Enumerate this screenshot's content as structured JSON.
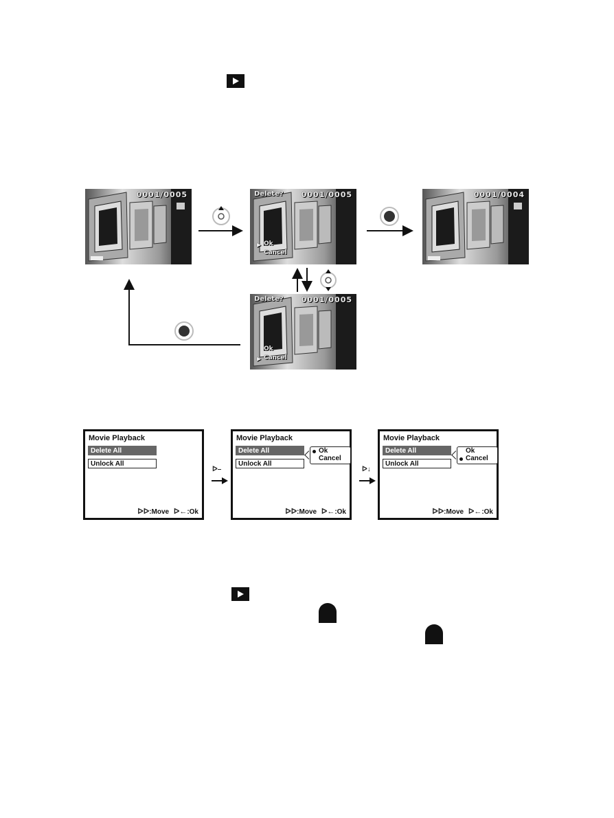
{
  "slideshow_screens": [
    {
      "counter": "0001/0005",
      "title": "",
      "ok": "",
      "cancel": ""
    },
    {
      "counter": "0001/0005",
      "title": "Delete?",
      "ok": "Ok",
      "cancel": "Cancel"
    },
    {
      "counter": "0001/0004",
      "title": "",
      "ok": "",
      "cancel": ""
    },
    {
      "counter": "0001/0005",
      "title": "Delete?",
      "ok": "Ok",
      "cancel": "Cancel"
    }
  ],
  "menus": [
    {
      "title": "Movie Playback",
      "item1": "Delete All",
      "item2": "Unlock All",
      "footer_move": ":Move",
      "footer_ok": ":Ok"
    },
    {
      "title": "Movie Playback",
      "item1": "Delete All",
      "item2": "Unlock All",
      "footer_move": ":Move",
      "footer_ok": ":Ok",
      "popup_ok": "Ok",
      "popup_cancel": "Cancel"
    },
    {
      "title": "Movie Playback",
      "item1": "Delete All",
      "item2": "Unlock  All",
      "footer_move": ":Move",
      "footer_ok": ":Ok",
      "popup_ok": "Ok",
      "popup_cancel": "Cancel"
    }
  ],
  "icons": {
    "play": "play-icon",
    "lock": "lock-icon",
    "dpad_updown": "dpad-updown-icon",
    "dpad_ok": "dpad-ok-icon",
    "move_key": "move-key-icon",
    "ok_key": "ok-key-icon"
  },
  "colors": {
    "ink": "#111111",
    "menu_highlight": "#666666"
  }
}
